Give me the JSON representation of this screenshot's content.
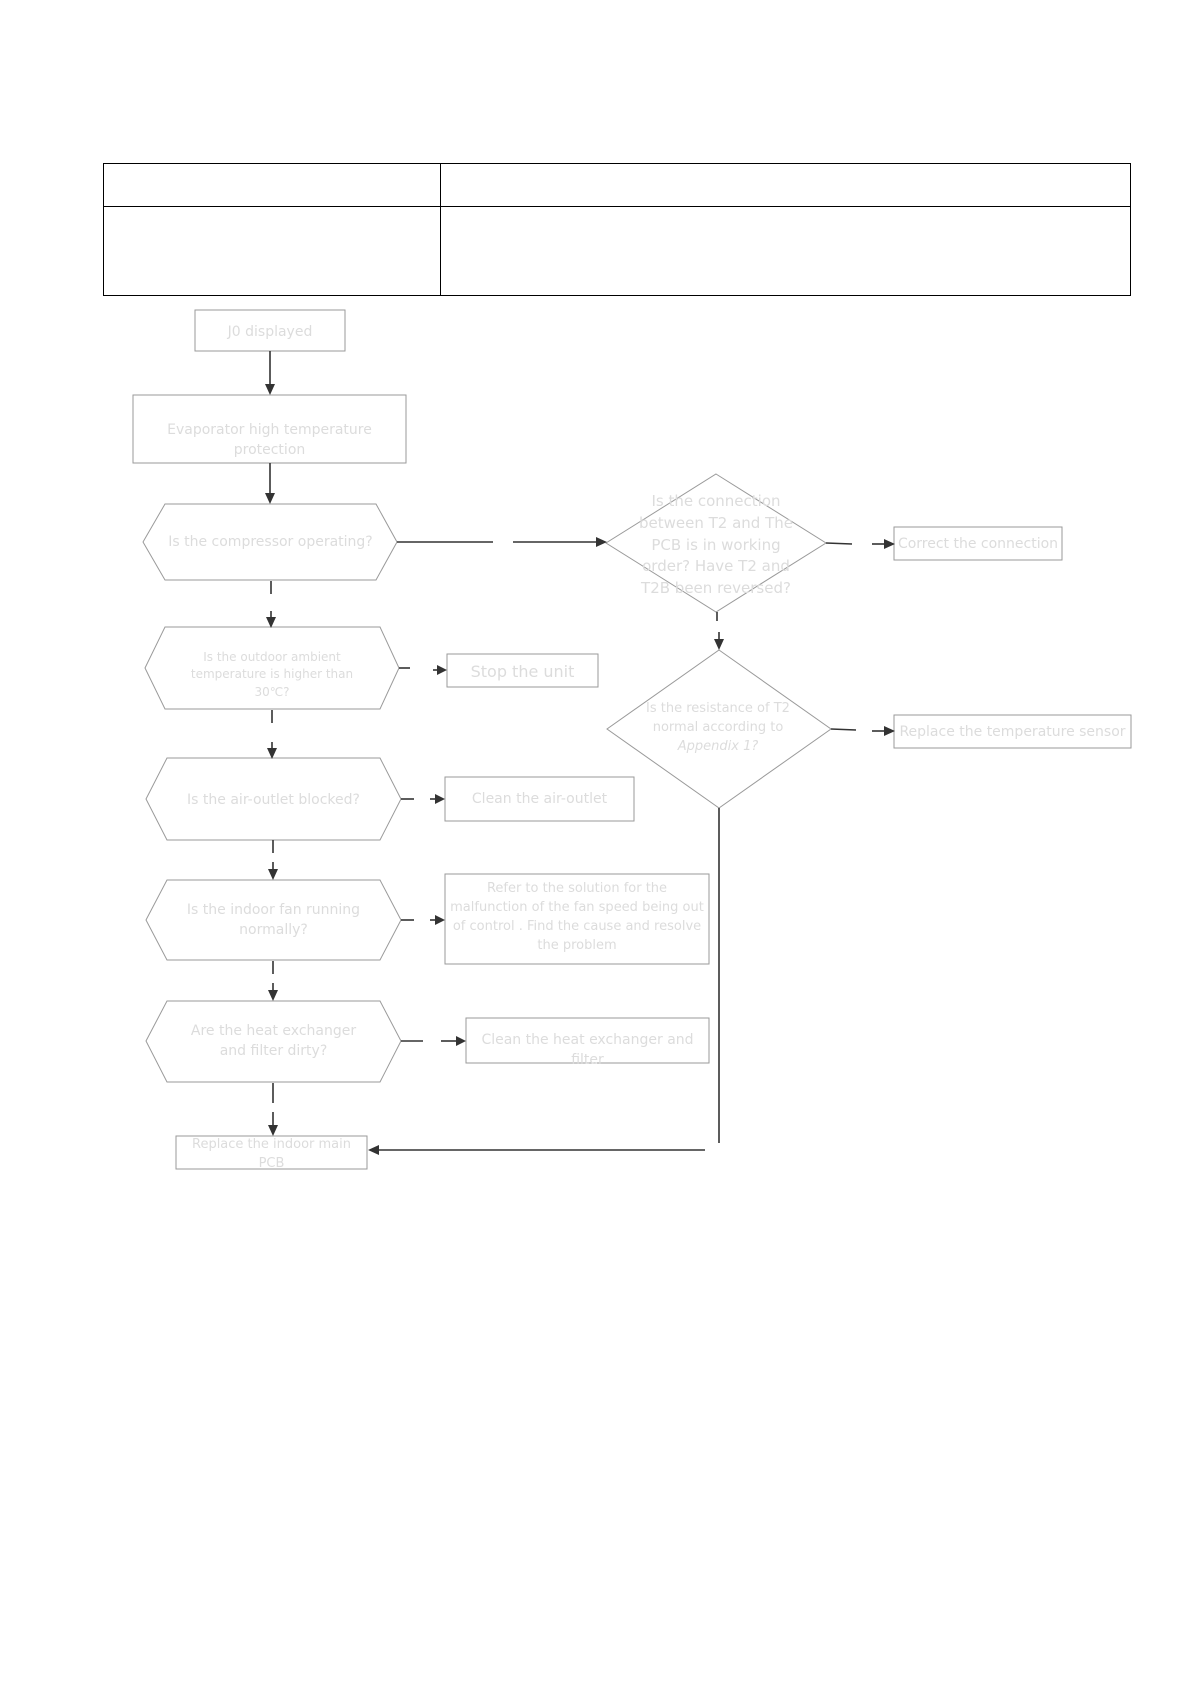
{
  "header_table": {
    "rows": [
      [
        "",
        ""
      ],
      [
        "",
        ""
      ]
    ]
  },
  "flowchart": {
    "start": "J0 displayed",
    "protection": "Evaporator high temperature protection",
    "q_compressor": "Is the compressor operating?",
    "q_connection": "Is the connection between T2 and The PCB is in working order? Have T2 and T2B  been reversed?",
    "a_connection": "Correct the connection",
    "q_ambient": "Is the outdoor ambient temperature is higher than 30℃?",
    "a_ambient": "Stop the unit",
    "q_resistance": "Is the resistance of T2 normal according to",
    "q_resistance_ref": "Appendix 1?",
    "a_resistance": "Replace the temperature sensor",
    "q_outlet": "Is the air-outlet blocked?",
    "a_outlet": "Clean  the air-outlet",
    "q_fan": "Is the indoor fan running normally?",
    "a_fan": "Refer to the solution for the malfunction of the fan speed being out of control . Find the cause and resolve the problem",
    "q_exchanger": "Are the heat exchanger and filter dirty?",
    "a_exchanger": "Clean the heat exchanger and filter",
    "final": "Replace the indoor main PCB"
  }
}
